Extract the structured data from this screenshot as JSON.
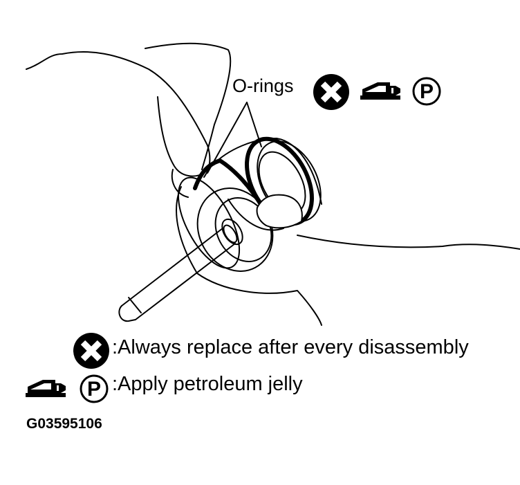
{
  "callout": {
    "label": "O-rings",
    "icons": [
      "always-replace-icon",
      "lubricant-applicator-icon",
      "petroleum-jelly-icon"
    ]
  },
  "legend": [
    {
      "icons": [
        "always-replace-icon"
      ],
      "text": ":Always replace after every disassembly"
    },
    {
      "icons": [
        "lubricant-applicator-icon",
        "petroleum-jelly-icon"
      ],
      "text": ":Apply petroleum jelly"
    }
  ],
  "figure_code": "G03595106",
  "petroleum_symbol_letter": "P",
  "colors": {
    "ink": "#000000",
    "paper": "#ffffff"
  }
}
